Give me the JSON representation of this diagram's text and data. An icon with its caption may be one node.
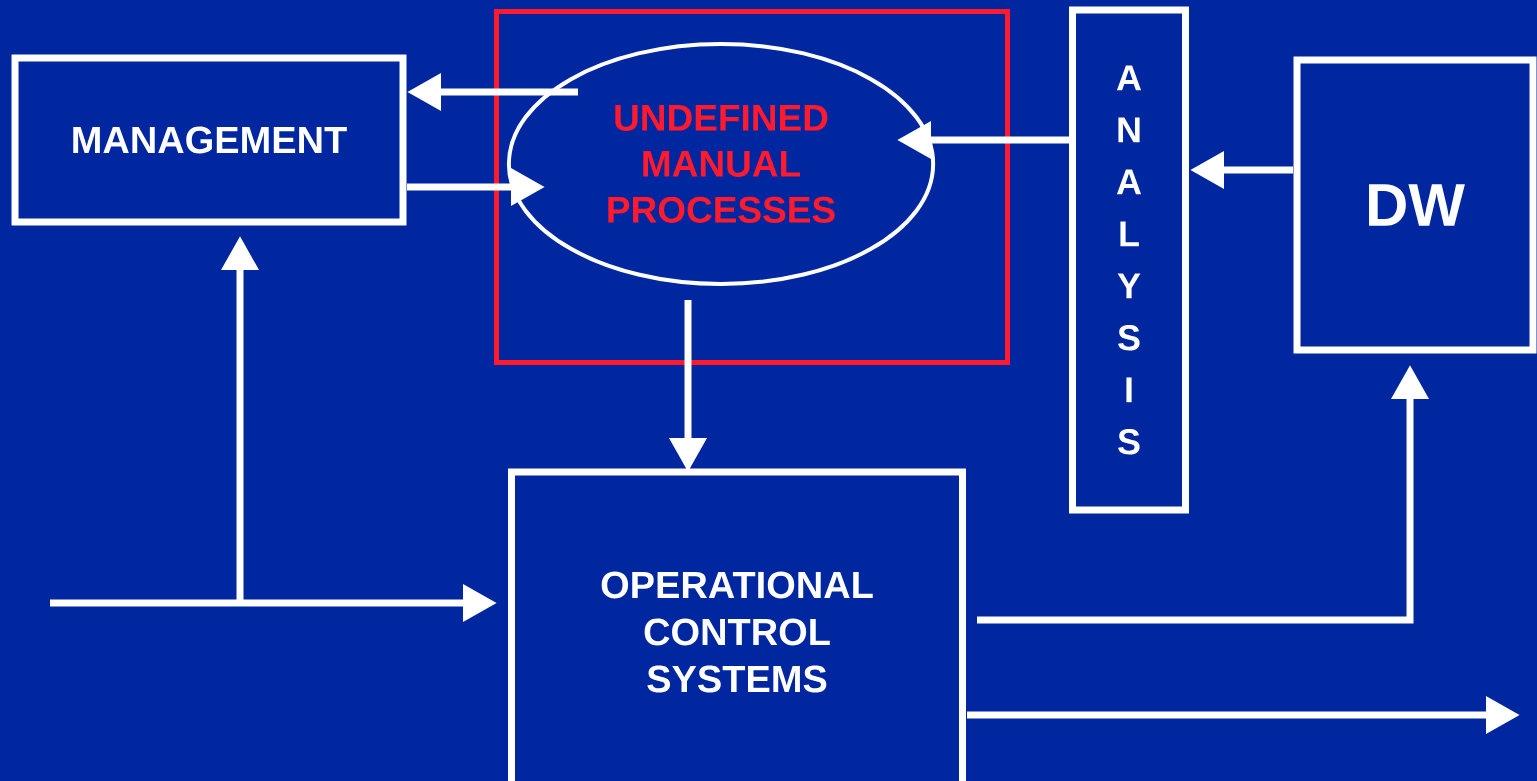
{
  "diagram": {
    "nodes": [
      {
        "text": [
          "MANAGEMENT"
        ]
      },
      {
        "text": [],
        "shape": "box"
      },
      {
        "text": [
          "UNDEFINED MANUAL PROCESSES"
        ],
        "in": 1
      },
      {
        "text": [
          "ANALYSIS"
        ]
      },
      {
        "text": [
          "DW"
        ]
      },
      {
        "text": [
          "OPERATIONAL CONTROL SYSTEMS"
        ]
      }
    ],
    "edges": [
      {
        "from": 2,
        "to": 0,
        "arrow": "to"
      },
      {
        "from": 0,
        "to": 2,
        "arrow": "to"
      },
      {
        "from": 3,
        "to": 2,
        "arrow": "to"
      },
      {
        "from": 4,
        "to": 3,
        "arrow": "to"
      },
      {
        "from": 2,
        "to": 5,
        "arrow": "to"
      },
      {
        "from": null,
        "to": 5,
        "arrow": "to"
      },
      {
        "from": null,
        "to": 0,
        "arrow": "to"
      },
      {
        "from": 5,
        "to": 4,
        "arrow": "to"
      },
      {
        "from": 5,
        "to": null,
        "arrow": "to"
      }
    ]
  }
}
